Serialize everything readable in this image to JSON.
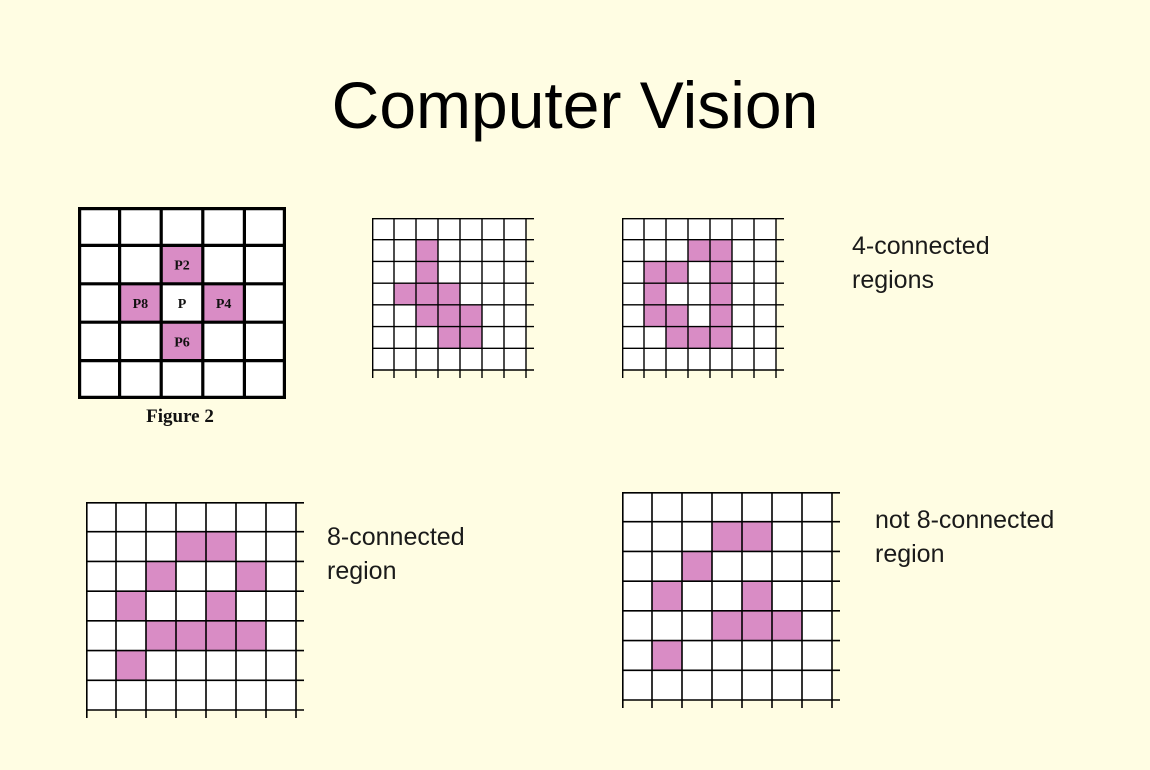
{
  "title": "Computer Vision",
  "colors": {
    "background": "#FFFDE3",
    "fill": "#D98CC5",
    "cell": "#FFFFFF",
    "line": "#000000"
  },
  "neighborhood": {
    "caption": "Figure 2",
    "rows": 5,
    "cols": 5,
    "cells": [
      {
        "row": 1,
        "col": 2,
        "label": "P2",
        "filled": true
      },
      {
        "row": 2,
        "col": 1,
        "label": "P8",
        "filled": true
      },
      {
        "row": 2,
        "col": 2,
        "label": "P",
        "filled": false
      },
      {
        "row": 2,
        "col": 3,
        "label": "P4",
        "filled": true
      },
      {
        "row": 3,
        "col": 2,
        "label": "P6",
        "filled": true
      }
    ]
  },
  "four_connected": {
    "caption_lines": [
      "4-connected",
      "regions"
    ],
    "grid_a": {
      "rows": 7,
      "cols": 7,
      "filled": [
        [
          1,
          2
        ],
        [
          2,
          2
        ],
        [
          3,
          1
        ],
        [
          3,
          2
        ],
        [
          3,
          3
        ],
        [
          4,
          2
        ],
        [
          4,
          3
        ],
        [
          4,
          4
        ],
        [
          5,
          3
        ],
        [
          5,
          4
        ]
      ]
    },
    "grid_b": {
      "rows": 7,
      "cols": 7,
      "filled": [
        [
          1,
          3
        ],
        [
          1,
          4
        ],
        [
          2,
          1
        ],
        [
          2,
          2
        ],
        [
          2,
          4
        ],
        [
          3,
          1
        ],
        [
          3,
          4
        ],
        [
          4,
          1
        ],
        [
          4,
          2
        ],
        [
          4,
          4
        ],
        [
          5,
          2
        ],
        [
          5,
          3
        ],
        [
          5,
          4
        ]
      ]
    }
  },
  "eight_connected": {
    "caption_lines": [
      "8-connected",
      "region"
    ],
    "grid": {
      "rows": 7,
      "cols": 7,
      "filled": [
        [
          1,
          3
        ],
        [
          1,
          4
        ],
        [
          2,
          2
        ],
        [
          2,
          5
        ],
        [
          3,
          1
        ],
        [
          3,
          4
        ],
        [
          4,
          2
        ],
        [
          4,
          3
        ],
        [
          4,
          4
        ],
        [
          4,
          5
        ],
        [
          5,
          1
        ]
      ]
    }
  },
  "not_eight_connected": {
    "caption_lines": [
      "not 8-connected",
      "region"
    ],
    "grid": {
      "rows": 7,
      "cols": 7,
      "filled": [
        [
          1,
          3
        ],
        [
          1,
          4
        ],
        [
          2,
          2
        ],
        [
          3,
          1
        ],
        [
          3,
          4
        ],
        [
          4,
          3
        ],
        [
          4,
          4
        ],
        [
          4,
          5
        ],
        [
          5,
          1
        ]
      ]
    }
  }
}
